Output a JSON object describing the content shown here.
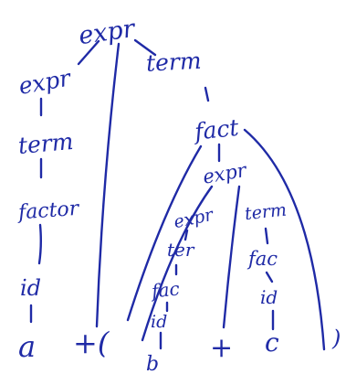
{
  "ink_color": "#1f2aa6",
  "nodes": {
    "root_expr": "expr",
    "left_expr": "expr",
    "left_term": "term",
    "left_factor": "factor",
    "left_id": "id",
    "leaf_a": "a",
    "op_plus_paren": "+(",
    "right_term": "term",
    "right_fact": "fact",
    "inner_expr": "expr",
    "inner_left_expr": "expr",
    "inner_left_term": "ter",
    "inner_left_fac": "fac",
    "inner_left_id": "id",
    "leaf_b": "b",
    "inner_plus": "+",
    "inner_right_term": "term",
    "inner_right_fac": "fac",
    "inner_right_id": "id",
    "leaf_c": "c",
    "close_paren": ")"
  }
}
